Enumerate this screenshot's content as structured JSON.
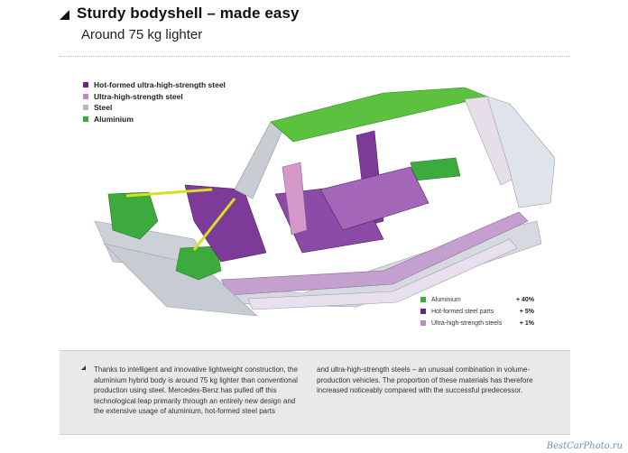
{
  "header": {
    "title": "Sturdy bodyshell – made easy",
    "subtitle": "Around 75 kg lighter"
  },
  "colors": {
    "hot_formed": "#6b2384",
    "uhss": "#c685c8",
    "steel": "#b8b8bd",
    "aluminium": "#3daa3d"
  },
  "legend": [
    {
      "label": "Hot-formed ultra-high-strength steel",
      "color": "#6b2384"
    },
    {
      "label": "Ultra-high-strength steel",
      "color": "#c685c8"
    },
    {
      "label": "Steel",
      "color": "#b8b8bd"
    },
    {
      "label": "Aluminium",
      "color": "#3daa3d"
    }
  ],
  "stats": [
    {
      "label": "Aluminium",
      "value": "+ 40%",
      "color": "#3daa3d"
    },
    {
      "label": "Hot-formed steel parts",
      "value": "+ 5%",
      "color": "#6b2384"
    },
    {
      "label": "Ultra-high-strength steels",
      "value": "+ 1%",
      "color": "#c685c8"
    }
  ],
  "info": {
    "col1": "Thanks to intelligent and innovative lightweight construction, the aluminium hybrid body is around 75 kg lighter than conventional production using steel. Mercedes-Benz has pulled off this technological leap primarily through an entirely new design and the extensive usage of aluminium, hot-formed steel parts",
    "col2": "and ultra-high-strength steels – an unusual combination in volume-production vehicles. The proportion of these materials has therefore increased noticeably compared with the successful predecessor."
  },
  "watermark": "BestCarPhoto.ru"
}
